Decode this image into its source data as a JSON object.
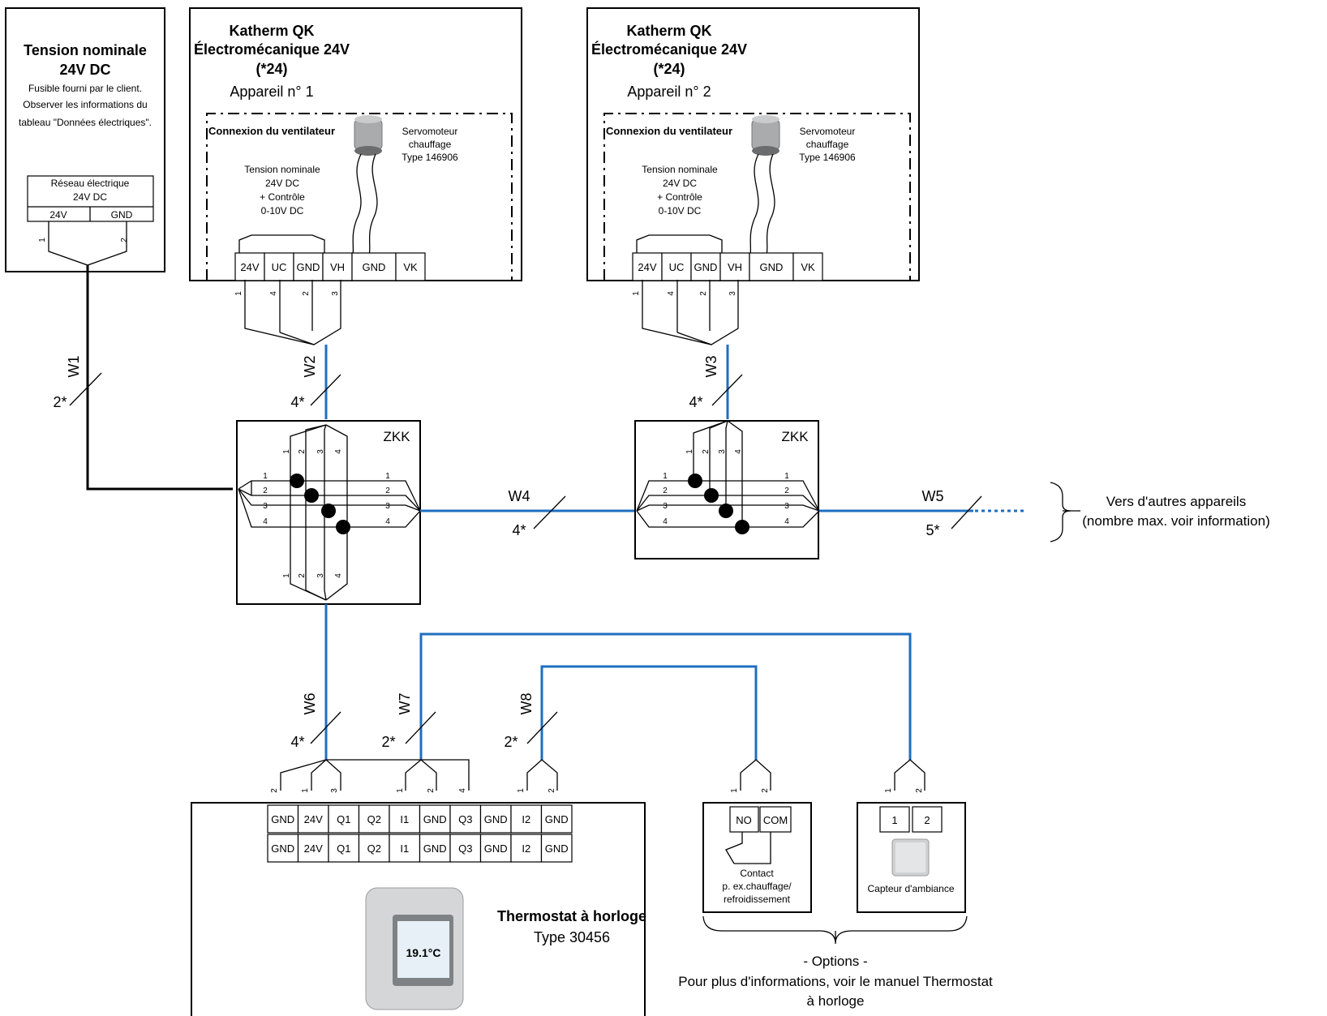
{
  "power": {
    "title_l1": "Tension nominale",
    "title_l2": "24V DC",
    "note_l1": "Fusible fourni par le client.",
    "note_l2": "Observer les informations du",
    "note_l3": "tableau \"Données électriques\".",
    "grid_l1": "Réseau électrique",
    "grid_l2": "24V DC",
    "t1": "24V",
    "t2": "GND",
    "pin1": "1",
    "pin2": "2"
  },
  "device1": {
    "title_l1": "Katherm QK",
    "title_l2": "Électromécanique 24V",
    "title_l3": "(*24)",
    "subtitle": "Appareil n° 1"
  },
  "device2": {
    "title_l1": "Katherm QK",
    "title_l2": "Électromécanique 24V",
    "title_l3": "(*24)",
    "subtitle": "Appareil n° 2"
  },
  "fan": {
    "label": "Connexion du ventilateur",
    "servo_l1": "Servomoteur",
    "servo_l2": "chauffage",
    "servo_l3": "Type 146906",
    "volt_l1": "Tension nominale",
    "volt_l2": "24V DC",
    "volt_l3": "+ Contrôle",
    "volt_l4": "0-10V DC",
    "terminals": [
      "24V",
      "UC",
      "GND",
      "VH",
      "GND",
      "VK"
    ],
    "pins": [
      "1",
      "4",
      "2",
      "3"
    ]
  },
  "wires": {
    "w1": "W1",
    "w1c": "2*",
    "w2": "W2",
    "w2c": "4*",
    "w3": "W3",
    "w3c": "4*",
    "w4": "W4",
    "w4c": "4*",
    "w5": "W5",
    "w5c": "5*",
    "w6": "W6",
    "w6c": "4*",
    "w7": "W7",
    "w7c": "2*",
    "w8": "W8",
    "w8c": "2*"
  },
  "zkk": {
    "label": "ZKK",
    "nums": [
      "1",
      "2",
      "3",
      "4"
    ]
  },
  "other": {
    "l1": "Vers d'autres appareils",
    "l2": "(nombre max. voir information)"
  },
  "thermostat": {
    "top_terminals": [
      "GND",
      "24V",
      "Q1",
      "Q2",
      "I1",
      "GND",
      "Q3",
      "GND",
      "I2",
      "GND"
    ],
    "bottom_terminals": [
      "GND",
      "24V",
      "Q1",
      "Q2",
      "I1",
      "GND",
      "Q3",
      "GND",
      "I2",
      "GND"
    ],
    "pins": [
      "2",
      "1",
      "3",
      "1",
      "2",
      "4",
      "1",
      "2"
    ],
    "title": "Thermostat à horloge",
    "type": "Type 30456",
    "display": "19.1°C"
  },
  "contact": {
    "t1": "NO",
    "t2": "COM",
    "l1": "Contact",
    "l2": "p. ex.chauffage/",
    "l3": "refroidissement",
    "pin1": "1",
    "pin2": "2"
  },
  "sensor": {
    "t1": "1",
    "t2": "2",
    "label": "Capteur d'ambiance",
    "pin1": "1",
    "pin2": "2"
  },
  "options": {
    "l1": "- Options -",
    "l2": "Pour plus d'informations, voir le manuel Thermostat",
    "l3": "à horloge"
  },
  "colors": {
    "wire_blue": "#1f6fbf",
    "line": "#000000"
  }
}
